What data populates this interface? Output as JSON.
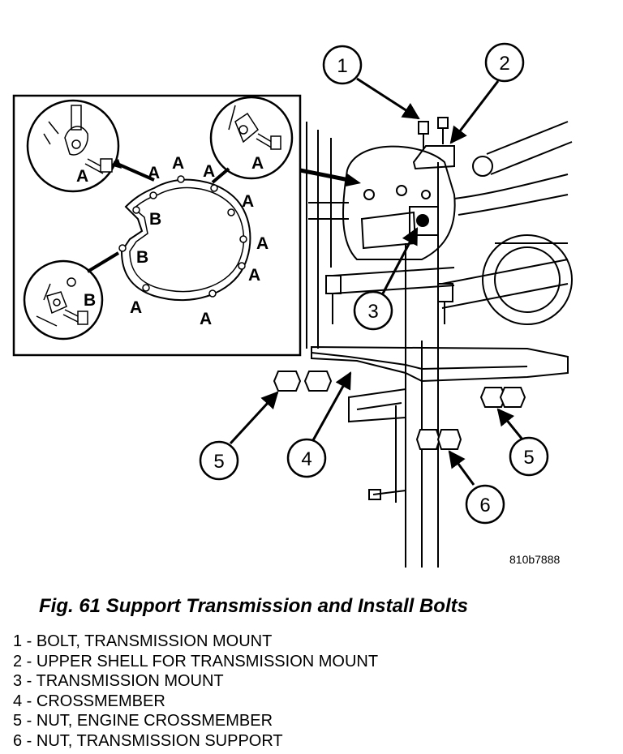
{
  "figure": {
    "code": "810b7888",
    "caption": "Fig. 61 Support Transmission and Install Bolts"
  },
  "callouts": [
    "1",
    "2",
    "3",
    "4",
    "5",
    "5",
    "6"
  ],
  "inset_labels": {
    "a": "A",
    "b": "B"
  },
  "legend": [
    "1 - BOLT, TRANSMISSION MOUNT",
    "2 - UPPER SHELL FOR TRANSMISSION MOUNT",
    "3 - TRANSMISSION MOUNT",
    "4 - CROSSMEMBER",
    "5 - NUT, ENGINE CROSSMEMBER",
    "6 - NUT, TRANSMISSION SUPPORT"
  ]
}
